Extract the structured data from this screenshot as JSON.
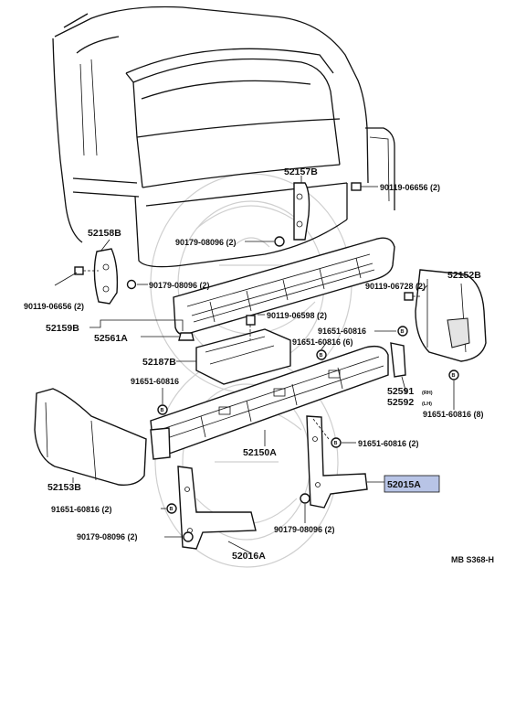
{
  "diagram": {
    "code": "MB S368-H",
    "highlight_color": "#b8c4e6",
    "labels": {
      "l52157B": "52157B",
      "l90119_06656_top": "90119-06656 (2)",
      "l52158B": "52158B",
      "l90179_08096_a": "90179-08096 (2)",
      "l90179_08096_b": "90179-08096 (2)",
      "l90119_06656_left": "90119-06656 (2)",
      "l90119_06728": "90119-06728 (2)",
      "l52152B": "52152B",
      "l90119_06598": "90119-06598 (2)",
      "l52159B": "52159B",
      "l52561A": "52561A",
      "l91651_60816_a": "91651-60816",
      "l91651_60816_6": "91651-60816 (6)",
      "l52187B": "52187B",
      "l52591": "52591",
      "l52591_side": "(RH)",
      "l52592": "52592",
      "l52592_side": "(LH)",
      "l91651_60816_b": "91651-60816",
      "l91651_60816_8": "91651-60816 (8)",
      "l52150A": "52150A",
      "l91651_60816_c": "91651-60816 (2)",
      "l52015A": "52015A",
      "l52153B": "52153B",
      "l91651_60816_d": "91651-60816 (2)",
      "l90179_08096_c": "90179-08096 (2)",
      "l90179_08096_d": "90179-08096 (2)",
      "l52016A": "52016A"
    },
    "bolt_mark": "B"
  }
}
